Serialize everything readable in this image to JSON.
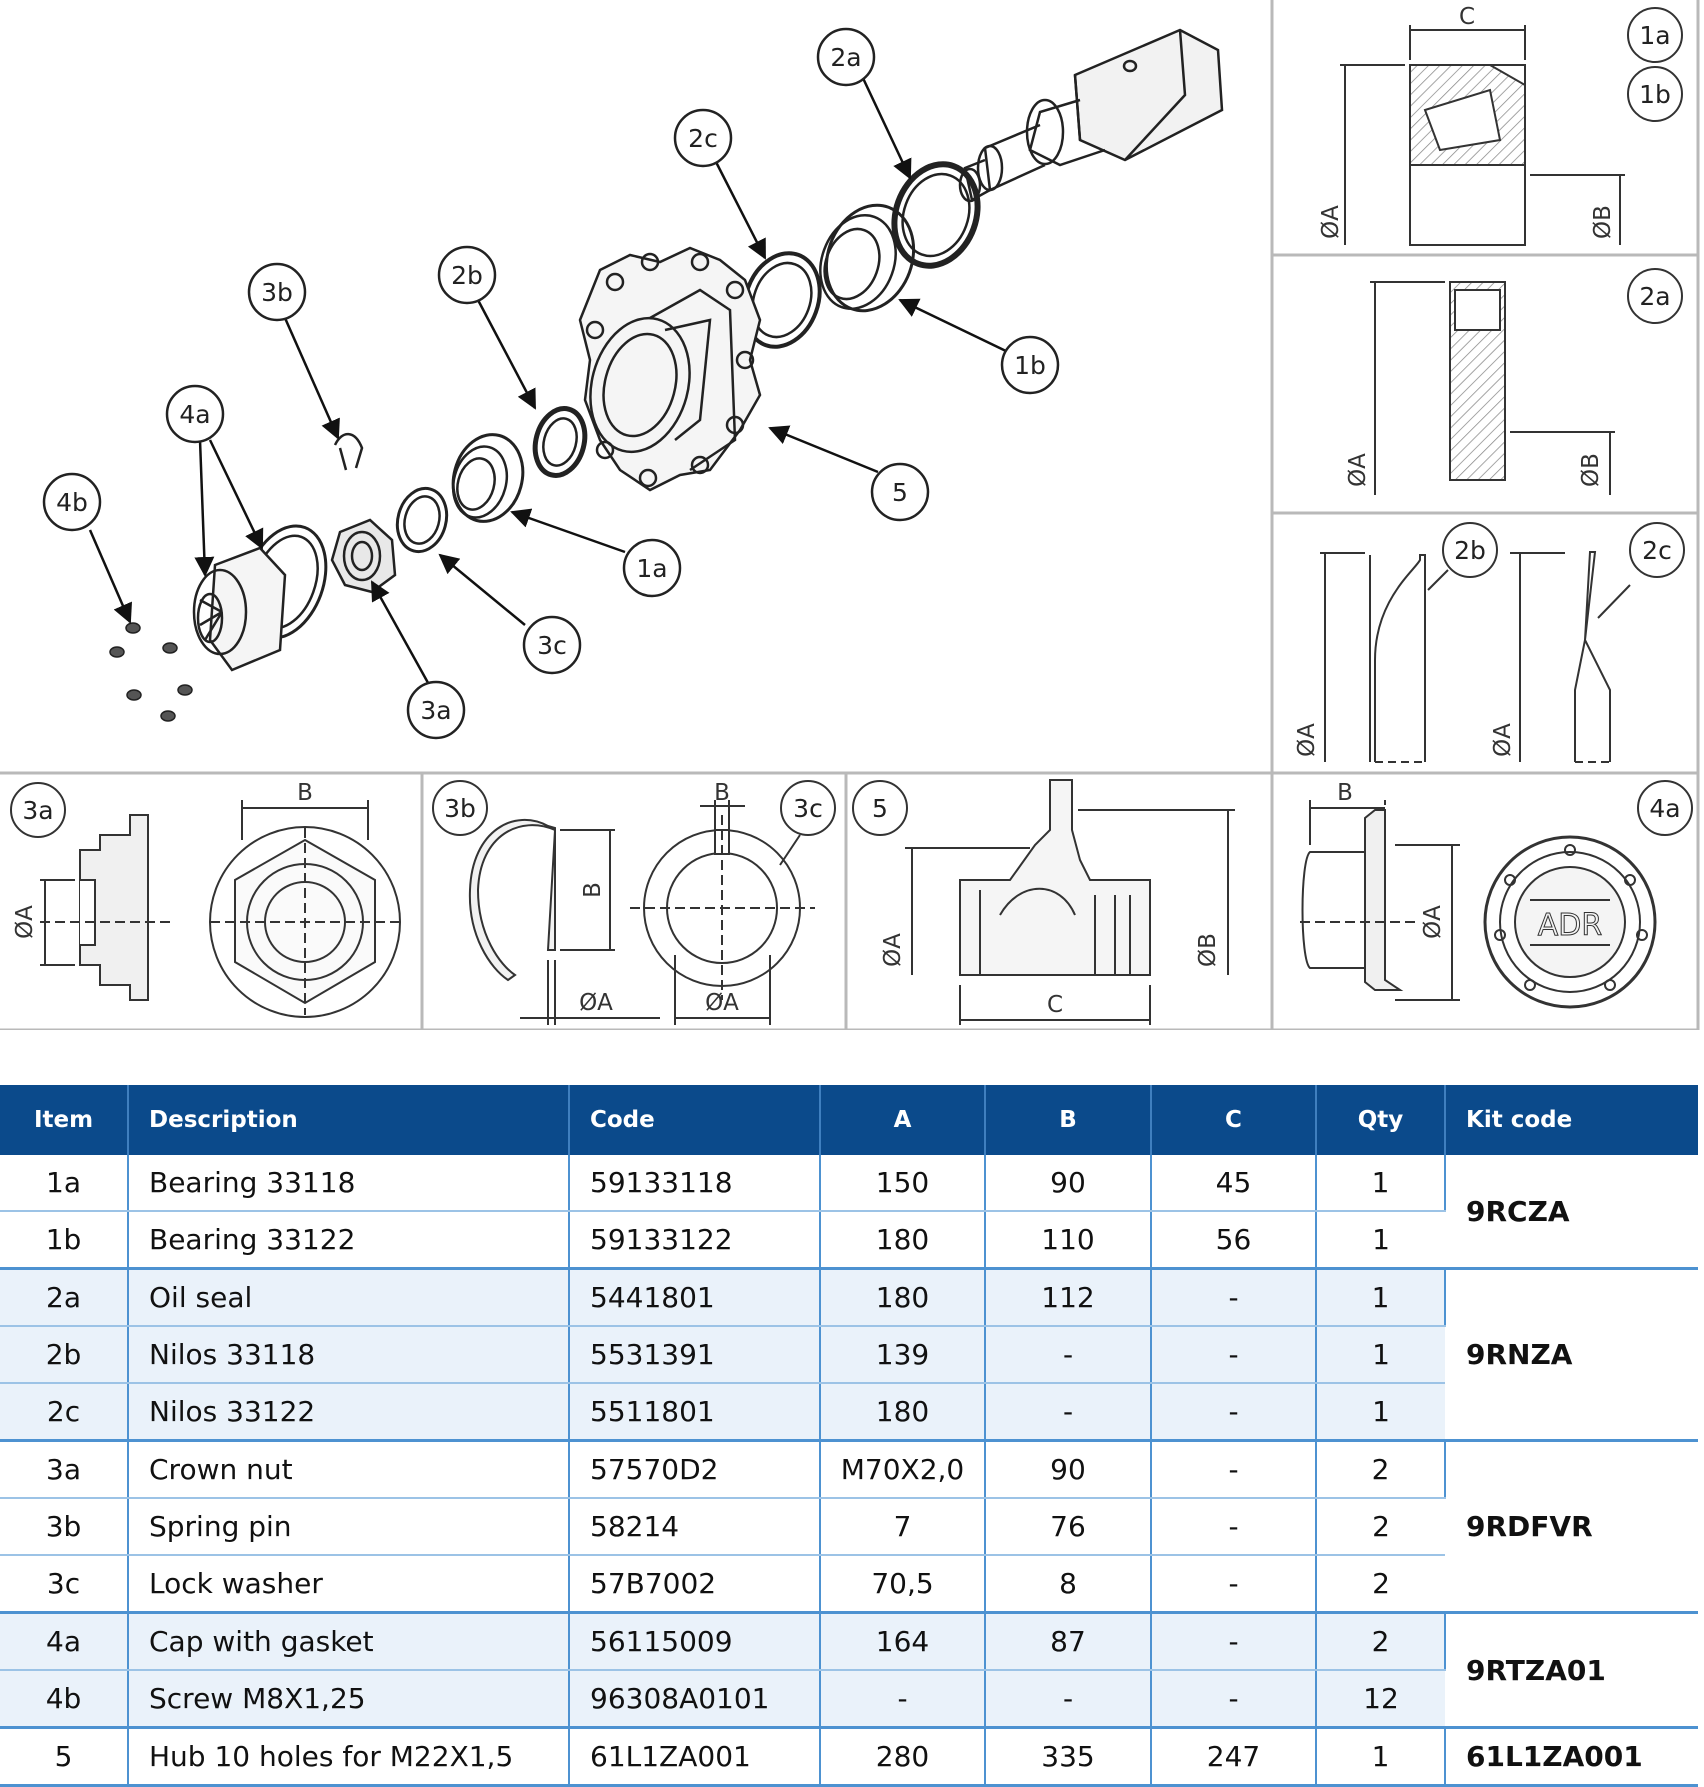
{
  "figure": {
    "callouts": [
      "2a",
      "2c",
      "2b",
      "3b",
      "4a",
      "4b",
      "1b",
      "5",
      "1a",
      "3c",
      "3a"
    ],
    "details": {
      "d1": {
        "ids": [
          "1a",
          "1b"
        ],
        "dims": [
          "C",
          "ØA",
          "ØB"
        ]
      },
      "d2": {
        "ids": [
          "2a"
        ],
        "dims": [
          "ØA",
          "ØB"
        ]
      },
      "d3": {
        "ids": [
          "2b",
          "2c"
        ],
        "dims": [
          "ØA",
          "ØA"
        ]
      },
      "d4": {
        "ids": [
          "3a"
        ],
        "dims": [
          "B",
          "ØA"
        ]
      },
      "d5": {
        "ids": [
          "3b",
          "3c"
        ],
        "dims": [
          "B",
          "B",
          "ØA",
          "ØA"
        ]
      },
      "d6": {
        "ids": [
          "5"
        ],
        "dims": [
          "ØA",
          "ØB",
          "C"
        ]
      },
      "d7": {
        "ids": [
          "4a"
        ],
        "dims": [
          "B",
          "ØA"
        ],
        "cap_text": "ADR"
      }
    }
  },
  "table": {
    "headers": [
      "Item",
      "Description",
      "Code",
      "A",
      "B",
      "C",
      "Qty",
      "Kit code"
    ],
    "rows": [
      {
        "item": "1a",
        "desc": "Bearing 33118",
        "code": "59133118",
        "a": "150",
        "b": "90",
        "c": "45",
        "qty": "1"
      },
      {
        "item": "1b",
        "desc": "Bearing 33122",
        "code": "59133122",
        "a": "180",
        "b": "110",
        "c": "56",
        "qty": "1"
      },
      {
        "item": "2a",
        "desc": "Oil seal",
        "code": "5441801",
        "a": "180",
        "b": "112",
        "c": "-",
        "qty": "1"
      },
      {
        "item": "2b",
        "desc": "Nilos 33118",
        "code": "5531391",
        "a": "139",
        "b": "-",
        "c": "-",
        "qty": "1"
      },
      {
        "item": "2c",
        "desc": "Nilos 33122",
        "code": "5511801",
        "a": "180",
        "b": "-",
        "c": "-",
        "qty": "1"
      },
      {
        "item": "3a",
        "desc": "Crown nut",
        "code": "57570D2",
        "a": "M70X2,0",
        "b": "90",
        "c": "-",
        "qty": "2"
      },
      {
        "item": "3b",
        "desc": "Spring pin",
        "code": "58214",
        "a": "7",
        "b": "76",
        "c": "-",
        "qty": "2"
      },
      {
        "item": "3c",
        "desc": "Lock washer",
        "code": "57B7002",
        "a": "70,5",
        "b": "8",
        "c": "-",
        "qty": "2"
      },
      {
        "item": "4a",
        "desc": "Cap with gasket",
        "code": "56115009",
        "a": "164",
        "b": "87",
        "c": "-",
        "qty": "2"
      },
      {
        "item": "4b",
        "desc": "Screw M8X1,25",
        "code": "96308A0101",
        "a": "-",
        "b": "-",
        "c": "-",
        "qty": "12"
      },
      {
        "item": "5",
        "desc": "Hub 10 holes for M22X1,5",
        "code": "61L1ZA001",
        "a": "280",
        "b": "335",
        "c": "247",
        "qty": "1"
      }
    ],
    "kits": [
      "9RCZA",
      "9RNZA",
      "9RDFVR",
      "9RTZA01",
      "61L1ZA001"
    ]
  }
}
